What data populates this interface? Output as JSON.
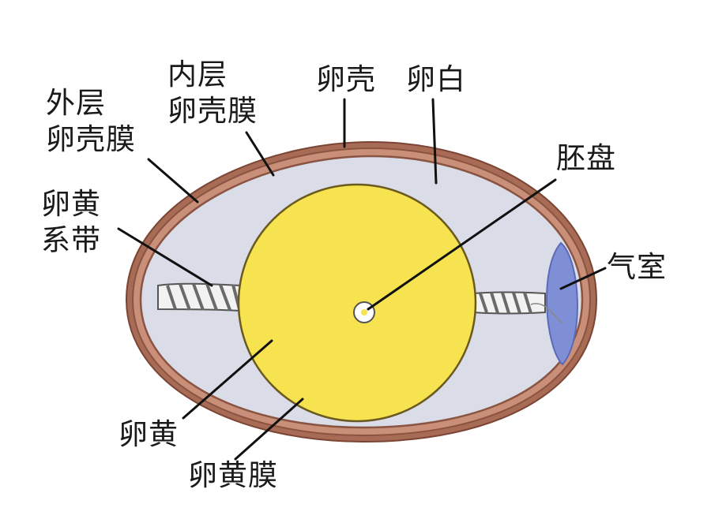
{
  "labels": {
    "outer_membrane": [
      "外层",
      "卵壳膜"
    ],
    "inner_membrane": [
      "内层",
      "卵壳膜"
    ],
    "shell": "卵壳",
    "albumen": "卵白",
    "germinal_disc": "胚盘",
    "chalaza": [
      "卵黄",
      "系带"
    ],
    "air_cell": "气室",
    "yolk": "卵黄",
    "vitelline_membrane": "卵黄膜"
  },
  "colors": {
    "shell": "#a86b55",
    "shell_inner_line": "#8a5442",
    "albumen": "#dadce8",
    "yolk": "#f7e24f",
    "yolk_edge": "#6a5a20",
    "air_cell": "#7f8fd6",
    "chalaza": "#6a6a6a",
    "leader_line": "#111111"
  }
}
